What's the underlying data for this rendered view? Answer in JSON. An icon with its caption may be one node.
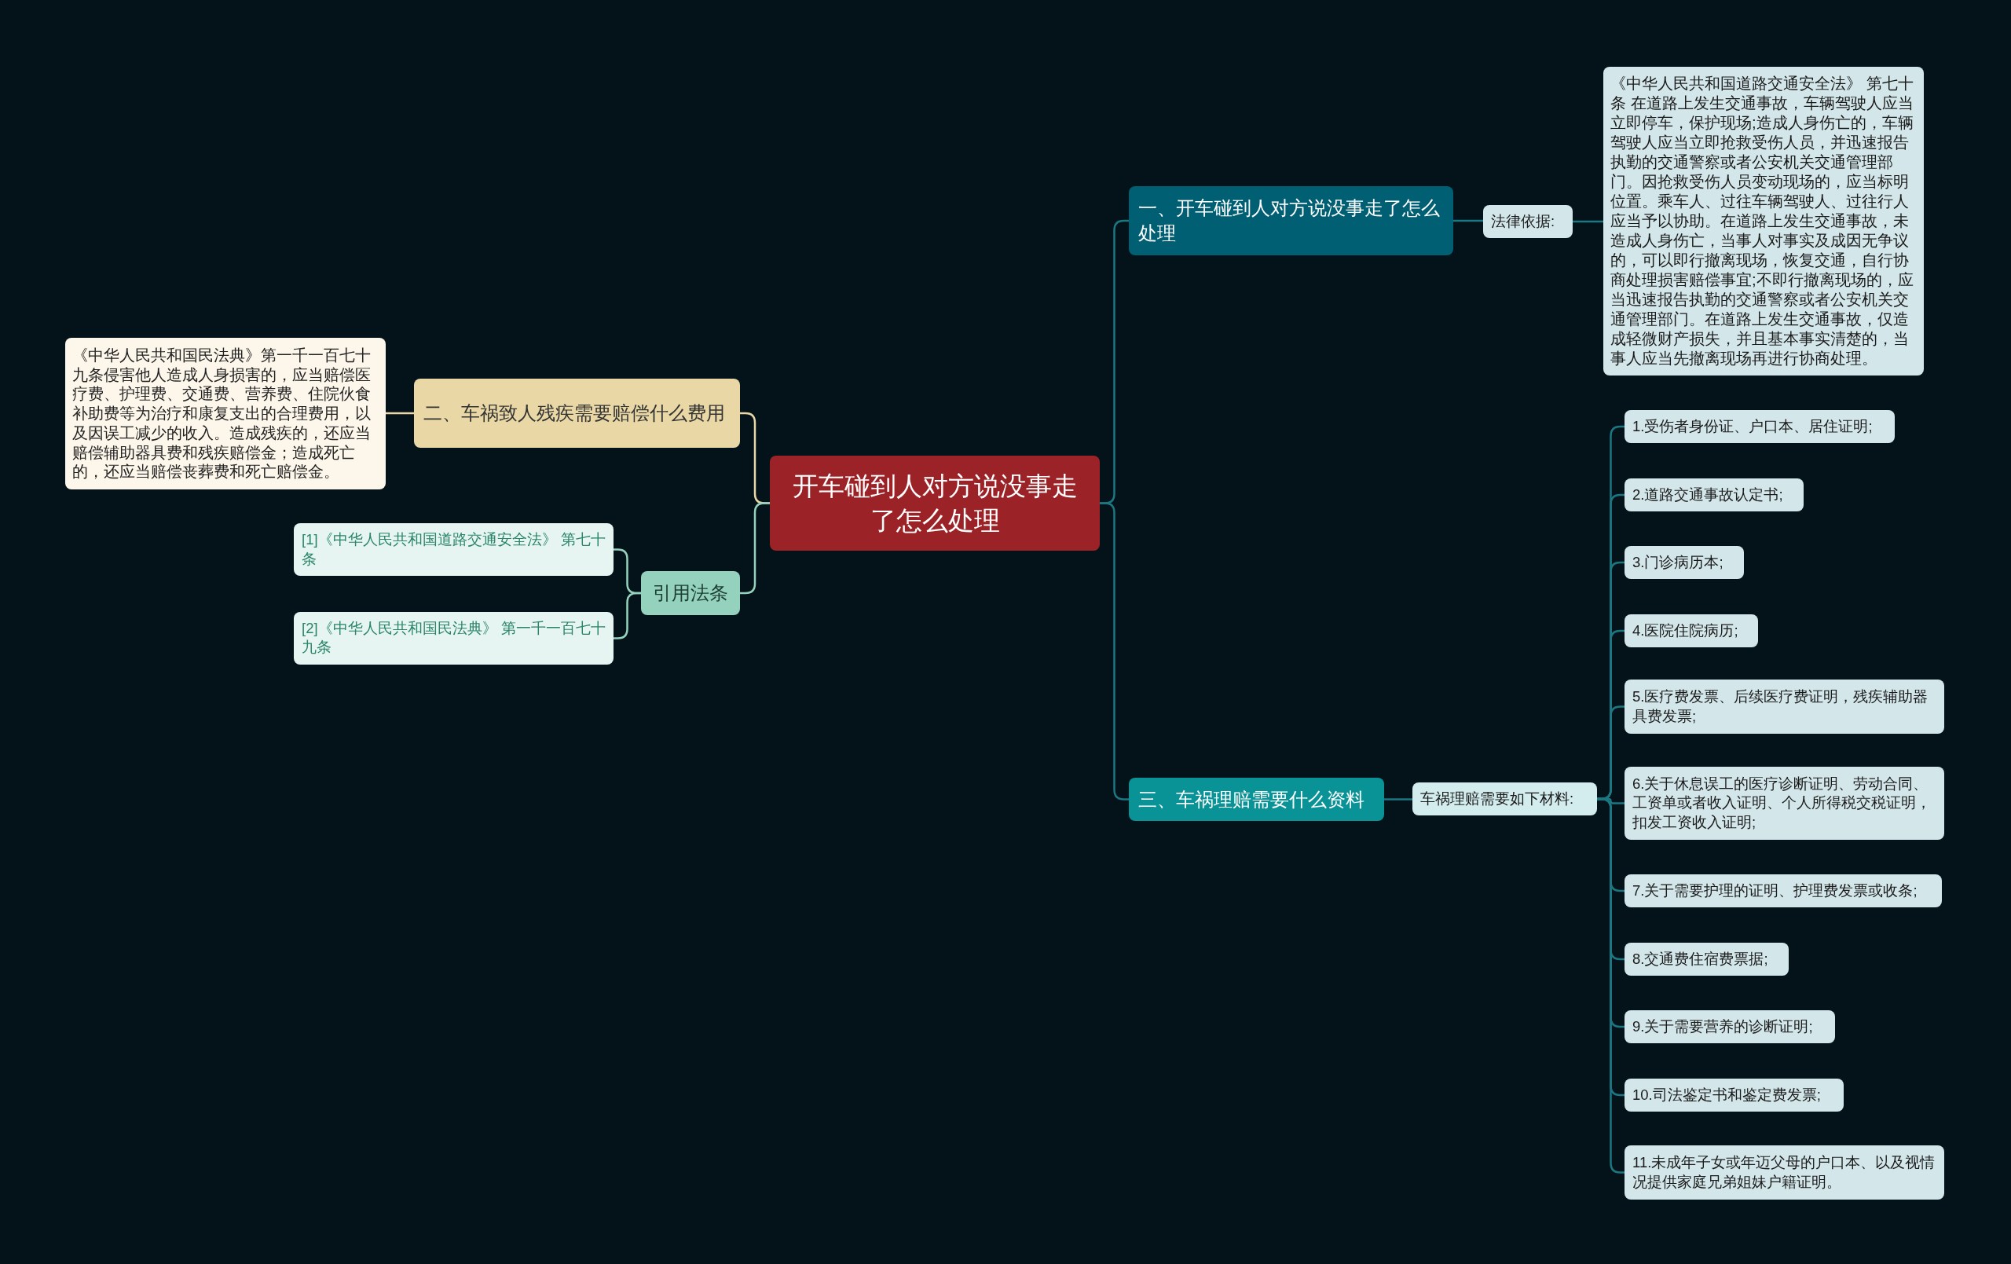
{
  "diagram": {
    "nodes": [
      {
        "text": [
          "开车碰到人对方说没事走了怎么处理"
        ]
      },
      {
        "text": [
          "一、开车碰到人对方说没事走了怎么处理"
        ]
      },
      {
        "text": [
          "法律依据:"
        ]
      },
      {
        "text": [
          "《中华人民共和国道路交通安全法》 第七十条 在道路上发生交通事故，车辆驾驶人应当立即停车，保护现场;造成人身伤亡的，车辆驾驶人应当立即抢救受伤人员，并迅速报告执勤的交通警察或者公安机关交通管理部门。因抢救受伤人员变动现场的，应当标明位置。乘车人、过往车辆驾驶人、过往行人应当予以协助。在道路上发生交通事故，未造成人身伤亡，当事人对事实及成因无争议的，可以即行撤离现场，恢复交通，自行协商处理损害赔偿事宜;不即行撤离现场的，应当迅速报告执勤的交通警察或者公安机关交通管理部门。在道路上发生交通事故，仅造成轻微财产损失，并且基本事实清楚的，当事人应当先撤离现场再进行协商处理。"
        ]
      },
      {
        "text": [
          "二、车祸致人残疾需要赔偿什么费用"
        ]
      },
      {
        "text": [
          "《中华人民共和国民法典》第一千一百七十九条侵害他人造成人身损害的，应当赔偿医疗费、护理费、交通费、营养费、住院伙食补助费等为治疗和康复支出的合理费用，以及因误工减少的收入。造成残疾的，还应当赔偿辅助器具费和残疾赔偿金；造成死亡的，还应当赔偿丧葬费和死亡赔偿金。"
        ]
      },
      {
        "text": [
          "引用法条"
        ]
      },
      {
        "text": [
          "[1]《中华人民共和国道路交通安全法》 第七十条"
        ]
      },
      {
        "text": [
          "[2]《中华人民共和国民法典》 第一千一百七十九条"
        ]
      },
      {
        "text": [
          "三、车祸理赔需要什么资料"
        ]
      },
      {
        "text": [
          "车祸理赔需要如下材料:"
        ]
      },
      {
        "text": [
          "1.受伤者身份证、户口本、居住证明;"
        ]
      },
      {
        "text": [
          "2.道路交通事故认定书;"
        ]
      },
      {
        "text": [
          "3.门诊病历本;"
        ]
      },
      {
        "text": [
          "4.医院住院病历;"
        ]
      },
      {
        "text": [
          "5.医疗费发票、后续医疗费证明，残疾辅助器具费发票;"
        ]
      },
      {
        "text": [
          "6.关于休息误工的医疗诊断证明、劳动合同、工资单或者收入证明、个人所得税交税证明，扣发工资收入证明;"
        ]
      },
      {
        "text": [
          "7.关于需要护理的证明、护理费发票或收条;"
        ]
      },
      {
        "text": [
          "8.交通费住宿费票据;"
        ]
      },
      {
        "text": [
          "9.关于需要营养的诊断证明;"
        ]
      },
      {
        "text": [
          "10.司法鉴定书和鉴定费发票;"
        ]
      },
      {
        "text": [
          "11.未成年子女或年迈父母的户口本、以及视情况提供家庭兄弟姐妹户籍证明。"
        ]
      }
    ],
    "edges": [
      {
        "from": 0,
        "to": 1,
        "arrow": "none"
      },
      {
        "from": 1,
        "to": 2,
        "arrow": "none"
      },
      {
        "from": 2,
        "to": 3,
        "arrow": "none"
      },
      {
        "from": 0,
        "to": 4,
        "arrow": "none",
        "color": "#e9d8a6"
      },
      {
        "from": 4,
        "to": 5,
        "arrow": "none",
        "color": "#e9d8a6"
      },
      {
        "from": 0,
        "to": 6,
        "arrow": "none",
        "color": "#94d2bd"
      },
      {
        "from": 6,
        "to": 7,
        "arrow": "none",
        "color": "#94d2bd"
      },
      {
        "from": 6,
        "to": 8,
        "arrow": "none",
        "color": "#94d2bd"
      },
      {
        "from": 0,
        "to": 9,
        "arrow": "none"
      },
      {
        "from": 9,
        "to": 10,
        "arrow": "none"
      },
      {
        "from": 10,
        "to": 11,
        "arrow": "none"
      },
      {
        "from": 10,
        "to": 12,
        "arrow": "none"
      },
      {
        "from": 10,
        "to": 13,
        "arrow": "none"
      },
      {
        "from": 10,
        "to": 14,
        "arrow": "none"
      },
      {
        "from": 10,
        "to": 15,
        "arrow": "none"
      },
      {
        "from": 10,
        "to": 16,
        "arrow": "none"
      },
      {
        "from": 10,
        "to": 17,
        "arrow": "none"
      },
      {
        "from": 10,
        "to": 18,
        "arrow": "none"
      },
      {
        "from": 10,
        "to": 19,
        "arrow": "none"
      },
      {
        "from": 10,
        "to": 20,
        "arrow": "none"
      },
      {
        "from": 10,
        "to": 21,
        "arrow": "none"
      }
    ]
  }
}
